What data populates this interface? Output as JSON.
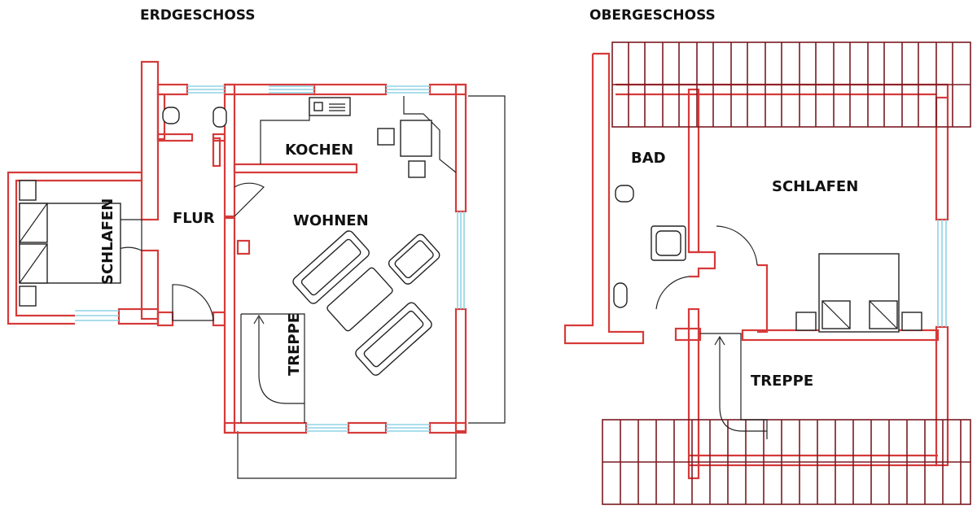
{
  "floors": [
    {
      "title": "ERDGESCHOSS",
      "rooms": {
        "kochen": "KOCHEN",
        "flur": "FLUR",
        "wohnen": "WOHNEN",
        "schlafen": "SCHLAFEN",
        "treppe": "TREPPE"
      }
    },
    {
      "title": "OBERGESCHOSS",
      "rooms": {
        "bad": "BAD",
        "schlafen": "SCHLAFEN",
        "treppe": "TREPPE"
      }
    }
  ],
  "colors": {
    "wall": "#d63a3a",
    "window": "#8fd3e6",
    "roof": "#7a1a22",
    "line": "#222222"
  }
}
